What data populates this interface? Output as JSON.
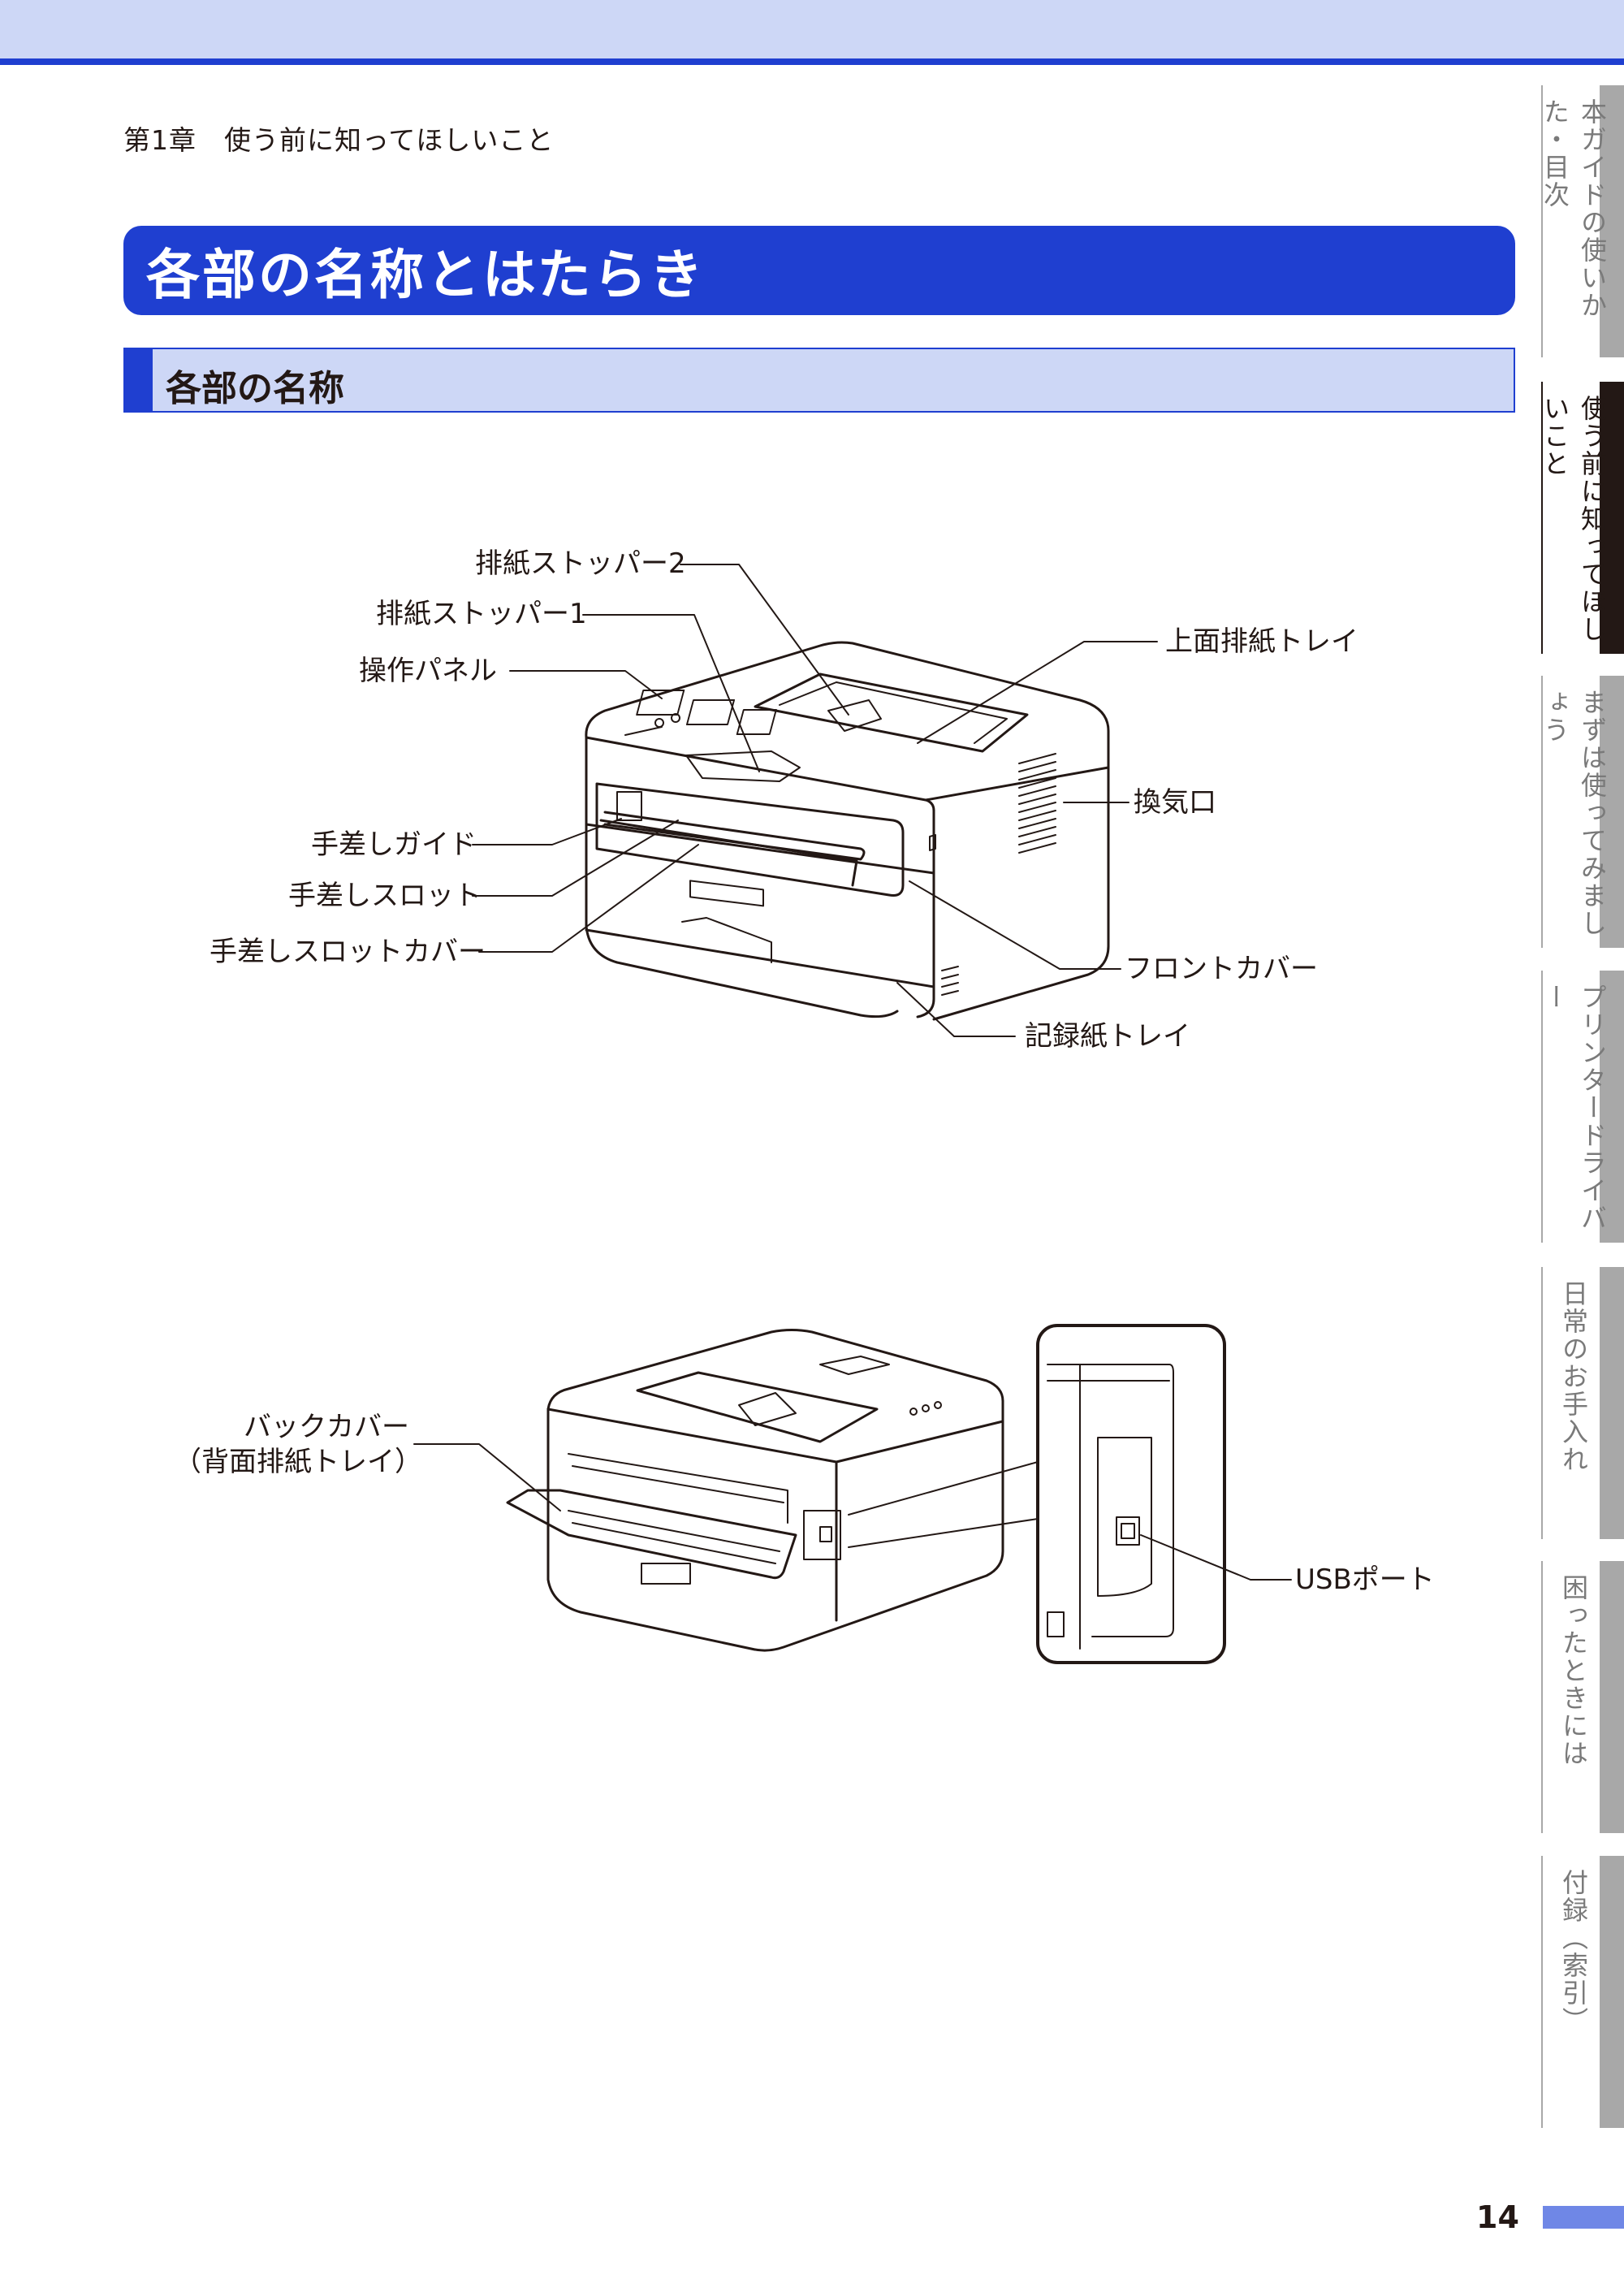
{
  "header": {
    "breadcrumb": "第1章　使う前に知ってほしいこと"
  },
  "section": {
    "title": "各部の名称とはたらき",
    "subtitle": "各部の名称"
  },
  "front_view": {
    "stopper2": "排紙ストッパー2",
    "stopper1": "排紙ストッパー1",
    "control_panel": "操作パネル",
    "top_tray": "上面排紙トレイ",
    "vent": "換気口",
    "manual_guide": "手差しガイド",
    "manual_slot": "手差しスロット",
    "manual_slot_cover": "手差しスロットカバー",
    "front_cover": "フロントカバー",
    "paper_tray": "記録紙トレイ"
  },
  "back_view": {
    "back_cover_line1": "バックカバー",
    "back_cover_line2": "（背面排紙トレイ）",
    "usb_port": "USBポート"
  },
  "side_tabs": [
    {
      "label": "本ガイドの使いかた・目次",
      "active": false
    },
    {
      "label": "使う前に知ってほしいこと",
      "active": true
    },
    {
      "label": "まずは使ってみましょう",
      "active": false
    },
    {
      "label": "プリンタードライバー",
      "active": false
    },
    {
      "label": "日常のお手入れ",
      "active": false
    },
    {
      "label": "困ったときには",
      "active": false
    },
    {
      "label": "付録（索引）",
      "active": false
    }
  ],
  "page_number": "14"
}
